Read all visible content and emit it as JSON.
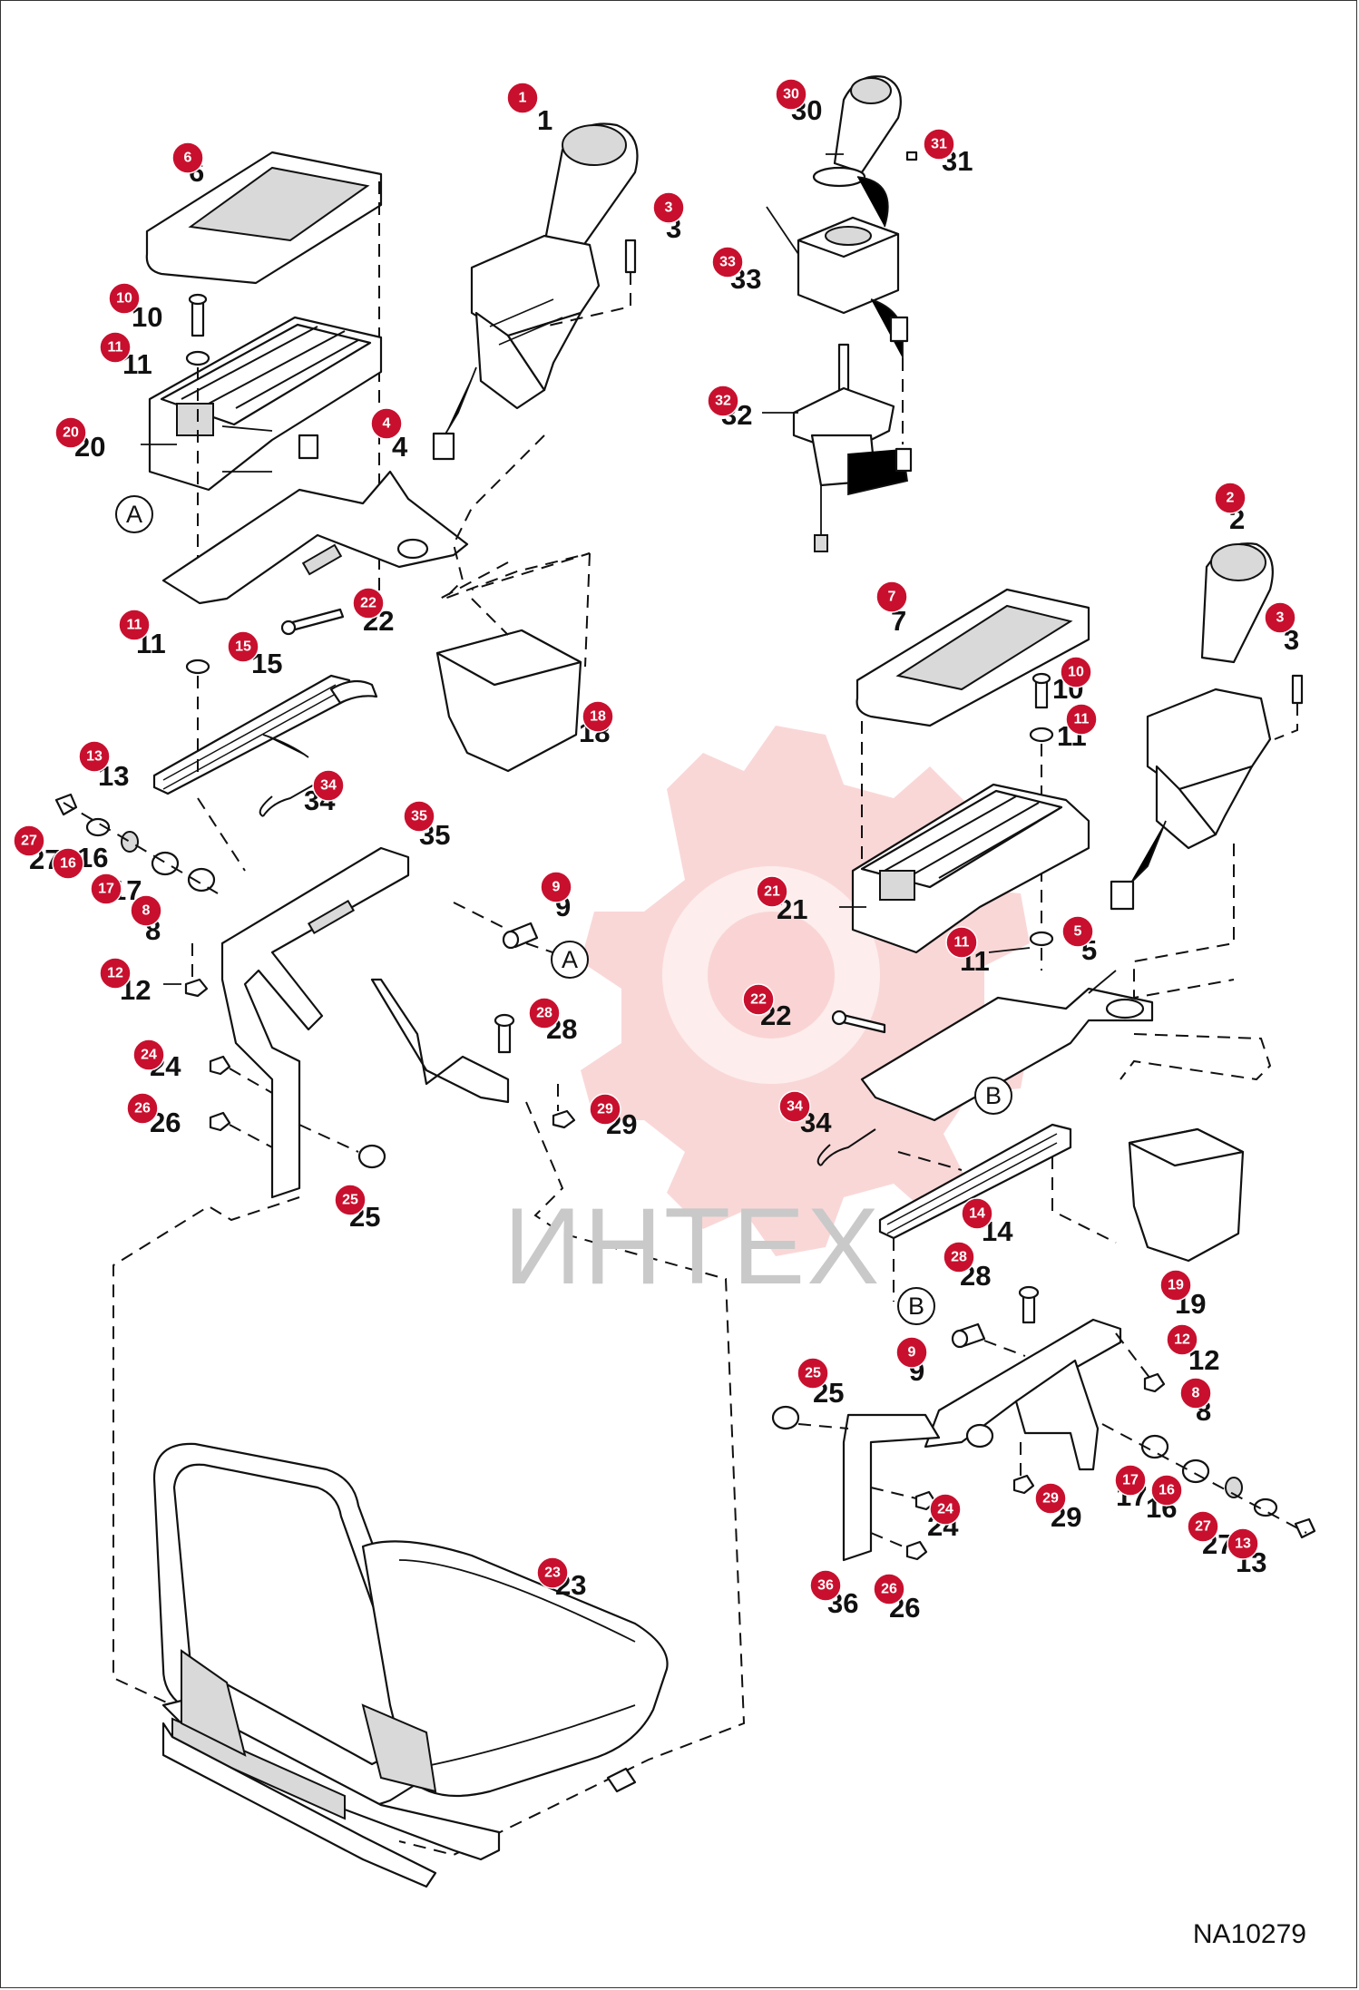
{
  "drawing_id": "NA10279",
  "watermark": "ИНТЕХ",
  "ref_labels": [
    "A",
    "A",
    "B",
    "B"
  ],
  "callouts": [
    {
      "n": "1"
    },
    {
      "n": "2"
    },
    {
      "n": "3"
    },
    {
      "n": "3"
    },
    {
      "n": "4"
    },
    {
      "n": "5"
    },
    {
      "n": "6"
    },
    {
      "n": "7"
    },
    {
      "n": "8"
    },
    {
      "n": "8"
    },
    {
      "n": "9"
    },
    {
      "n": "9"
    },
    {
      "n": "10"
    },
    {
      "n": "10"
    },
    {
      "n": "11"
    },
    {
      "n": "11"
    },
    {
      "n": "11"
    },
    {
      "n": "11"
    },
    {
      "n": "12"
    },
    {
      "n": "12"
    },
    {
      "n": "13"
    },
    {
      "n": "13"
    },
    {
      "n": "14"
    },
    {
      "n": "15"
    },
    {
      "n": "16"
    },
    {
      "n": "16"
    },
    {
      "n": "17"
    },
    {
      "n": "17"
    },
    {
      "n": "18"
    },
    {
      "n": "19"
    },
    {
      "n": "20"
    },
    {
      "n": "21"
    },
    {
      "n": "22"
    },
    {
      "n": "22"
    },
    {
      "n": "23"
    },
    {
      "n": "24"
    },
    {
      "n": "24"
    },
    {
      "n": "25"
    },
    {
      "n": "25"
    },
    {
      "n": "26"
    },
    {
      "n": "26"
    },
    {
      "n": "27"
    },
    {
      "n": "27"
    },
    {
      "n": "28"
    },
    {
      "n": "28"
    },
    {
      "n": "29"
    },
    {
      "n": "29"
    },
    {
      "n": "30"
    },
    {
      "n": "31"
    },
    {
      "n": "32"
    },
    {
      "n": "33"
    },
    {
      "n": "34"
    },
    {
      "n": "34"
    },
    {
      "n": "35"
    },
    {
      "n": "36"
    }
  ]
}
